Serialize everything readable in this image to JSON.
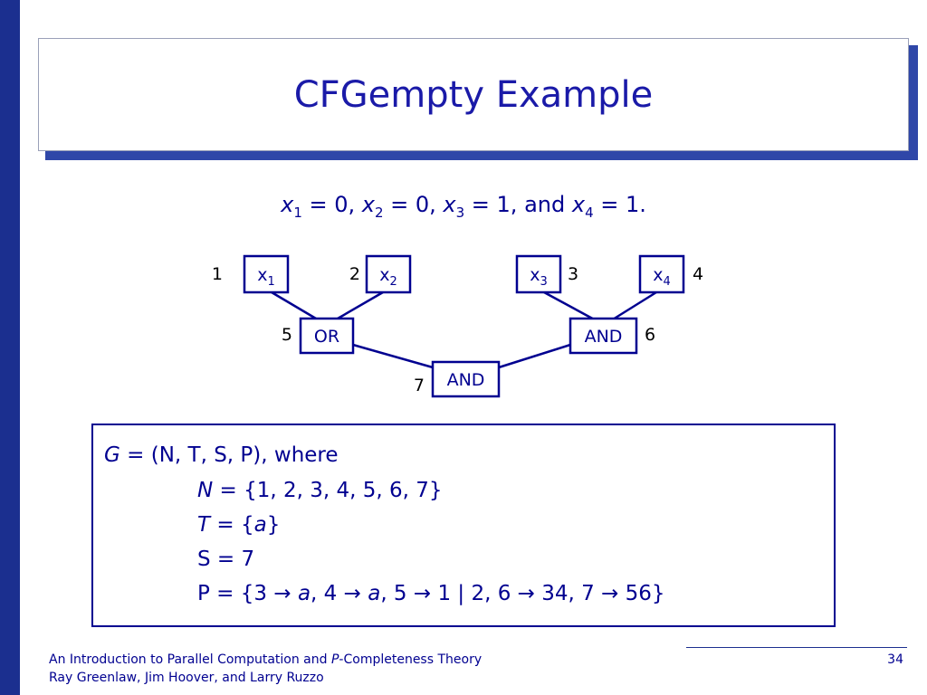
{
  "slide": {
    "title": "CFGempty Example",
    "assignment": {
      "v1": "x",
      "s1": "1",
      "t1": " = 0, ",
      "v2": "x",
      "s2": "2",
      "t2": " = 0, ",
      "v3": "x",
      "s3": "3",
      "t3": " = 1, and ",
      "v4": "x",
      "s4": "4",
      "t4": " = 1."
    },
    "circuit": {
      "nodes": [
        {
          "id": "1",
          "var": "x",
          "sub": "1",
          "gate": ""
        },
        {
          "id": "2",
          "var": "x",
          "sub": "2",
          "gate": ""
        },
        {
          "id": "3",
          "var": "x",
          "sub": "3",
          "gate": ""
        },
        {
          "id": "4",
          "var": "x",
          "sub": "4",
          "gate": ""
        },
        {
          "id": "5",
          "var": "",
          "sub": "",
          "gate": "OR"
        },
        {
          "id": "6",
          "var": "",
          "sub": "",
          "gate": "AND"
        },
        {
          "id": "7",
          "var": "",
          "sub": "",
          "gate": "AND"
        }
      ],
      "edges": [
        [
          "1",
          "5"
        ],
        [
          "2",
          "5"
        ],
        [
          "3",
          "6"
        ],
        [
          "4",
          "6"
        ],
        [
          "5",
          "7"
        ],
        [
          "6",
          "7"
        ]
      ]
    },
    "grammar": {
      "line1_var": "G",
      "line1_rest": " = (N, T, S, P), where",
      "line2_var": "N",
      "line2_rest": " = {1, 2, 3, 4, 5, 6, 7}",
      "line3_var": "T",
      "line3_mid": " = {",
      "line3_term": "a",
      "line3_end": "}",
      "line4": "S = 7",
      "line5_a": "P = {3 → ",
      "line5_b": "a",
      "line5_c": ", 4 → ",
      "line5_d": "a",
      "line5_e": ", 5 → 1 | 2, 6 → 34, 7 → 56}"
    },
    "footer": {
      "line1_a": "An Introduction to Parallel Computation and ",
      "line1_b": "P",
      "line1_c": "-Completeness Theory",
      "line2": "Ray Greenlaw, Jim Hoover, and Larry Ruzzo",
      "page": "34"
    },
    "colors": {
      "text": "#000090",
      "accent": "#1b2f8f",
      "title": "#1a1aa8"
    }
  }
}
